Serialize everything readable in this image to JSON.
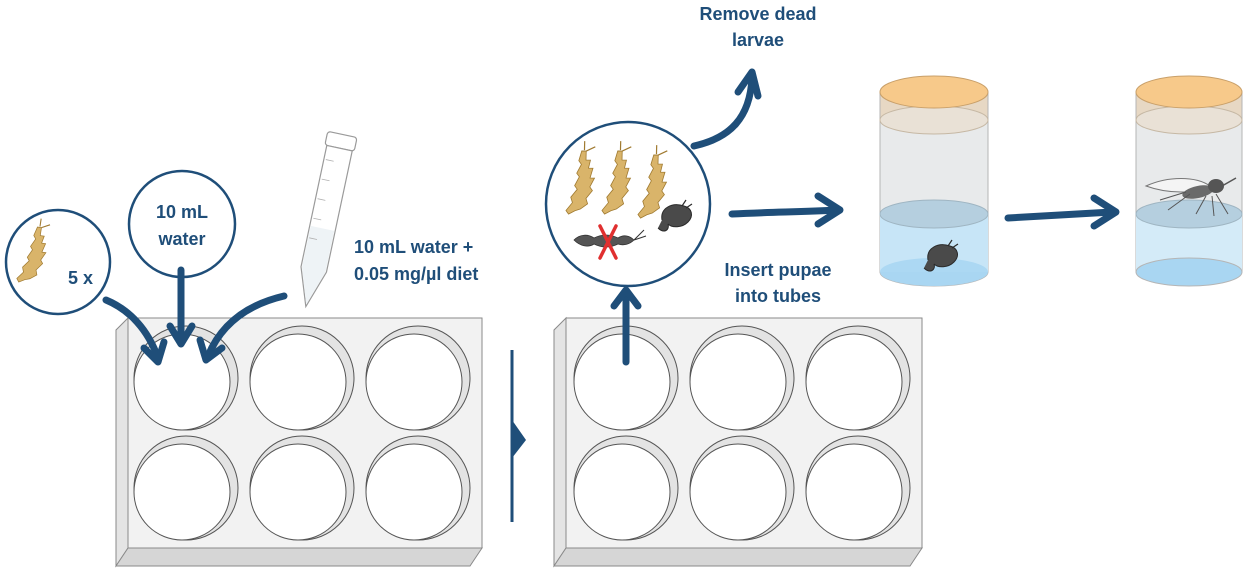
{
  "labels": {
    "larvae_count": "5 x",
    "water_line1": "10 mL",
    "water_line2": "water",
    "diet_line1": "10 mL water +",
    "diet_line2": "0.05 mg/µl diet",
    "remove_line1": "Remove dead",
    "remove_line2": "larvae",
    "insert_line1": "Insert pupae",
    "insert_line2": "into tubes"
  },
  "colors": {
    "accent": "#1f4e79",
    "larva": "#d9b46a",
    "pupa": "#4a4a4a",
    "cap": "#f7c98a",
    "water": "#bfe0f5",
    "cross": "#e03030"
  },
  "icons": [
    "larva-icon",
    "pupa-icon",
    "dead-larva-icon",
    "cross-icon",
    "centrifuge-tube-icon",
    "mosquito-icon",
    "well-plate-icon",
    "rearing-tube-icon"
  ]
}
